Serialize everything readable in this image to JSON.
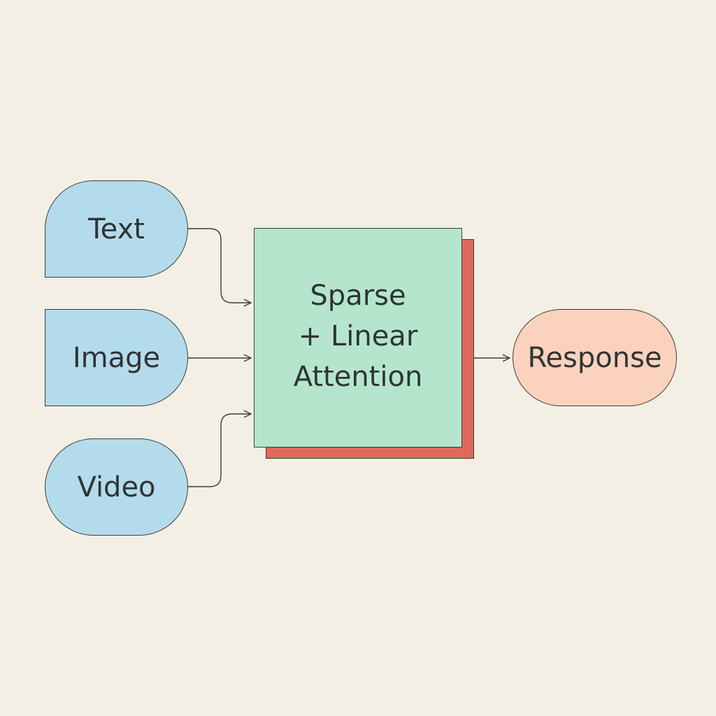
{
  "colors": {
    "background": "#f4efe4",
    "input_fill": "#b4dbec",
    "attention_fill": "#b5e6cd",
    "attention_shadow": "#e0675c",
    "response_fill": "#fbd2bd",
    "stroke": "#3a3f3e"
  },
  "inputs": [
    {
      "label": "Text"
    },
    {
      "label": "Image"
    },
    {
      "label": "Video"
    }
  ],
  "processor": {
    "lines": [
      "Sparse",
      "+ Linear",
      "Attention"
    ]
  },
  "output": {
    "label": "Response"
  },
  "edges": [
    {
      "from": "Text",
      "to": "Sparse + Linear Attention"
    },
    {
      "from": "Image",
      "to": "Sparse + Linear Attention"
    },
    {
      "from": "Video",
      "to": "Sparse + Linear Attention"
    },
    {
      "from": "Sparse + Linear Attention",
      "to": "Response"
    }
  ]
}
